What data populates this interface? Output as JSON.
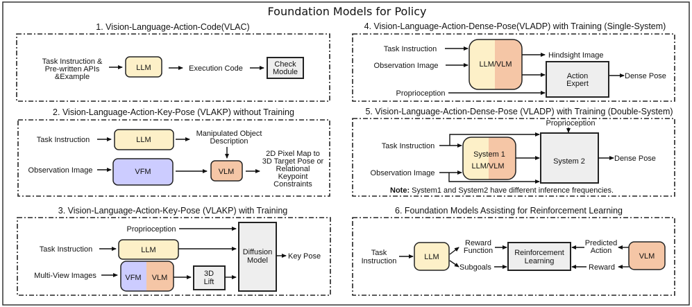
{
  "title": "Foundation Models for Policy",
  "colors": {
    "llm": "#fdf0c8",
    "vfm": "#ccccff",
    "vlm": "#f5c6a6",
    "module": "#eeeeee"
  },
  "panel1": {
    "title": "1. Vision-Language-Action-Code(VLAC)",
    "input": [
      "Task Instruction &",
      "Pre-written APIs",
      "&Example"
    ],
    "llm": "LLM",
    "output": "Execution Code",
    "check": [
      "Check",
      "Module"
    ]
  },
  "panel2": {
    "title": "2. Vision-Language-Action-Key-Pose (VLAKP) without Training",
    "task": "Task Instruction",
    "obs": "Observation Image",
    "llm": "LLM",
    "vfm": "VFM",
    "vlm": "VLM",
    "desc": [
      "Manipulated Object",
      "Description"
    ],
    "output": [
      "2D Pixel Map to",
      "3D Target Pose or",
      "Relational",
      "Keypoint",
      "Constraints"
    ]
  },
  "panel3": {
    "title": "3. Vision-Language-Action-Key-Pose (VLAKP) with Training",
    "proprio": "Proprioception",
    "task": "Task Instruction",
    "multi": "Multi-View Images",
    "llm": "LLM",
    "vfm": "VFM",
    "vlm": "VLM",
    "lift": [
      "3D",
      "Lift"
    ],
    "diffusion": [
      "Diffusion",
      "Model"
    ],
    "output": "Key Pose"
  },
  "panel4": {
    "title": "4. Vision-Language-Action-Dense-Pose(VLADP) with Training (Single-System)",
    "task": "Task Instruction",
    "obs": "Observation Image",
    "proprio": "Proprioception",
    "model": "LLM/VLM",
    "hindsight": "Hindsight Image",
    "expert": [
      "Action",
      "Expert"
    ],
    "output": "Dense Pose"
  },
  "panel5": {
    "title": "5. Vision-Language-Action-Dense-Pose (VLADP) with Training (Double-System)",
    "proprio": "Proprioception",
    "task": "Task Instruction",
    "obs": "Observation Image",
    "system1": [
      "System 1",
      "LLM/VLM"
    ],
    "system2": "System 2",
    "output": "Dense Pose",
    "note_label": "Note:",
    "note": " System1 and System2 have different inference frequencies."
  },
  "panel6": {
    "title": "6. Foundation Models Assisting for Reinforcement Learning",
    "task": [
      "Task",
      "Instruction"
    ],
    "llm": "LLM",
    "reward_fn": [
      "Reward",
      "Function"
    ],
    "subgoals": "Subgoals",
    "rl": [
      "Reinforcement",
      "Learning"
    ],
    "predicted": [
      "Predicted",
      "Action"
    ],
    "reward": "Reward",
    "vlm": "VLM"
  }
}
